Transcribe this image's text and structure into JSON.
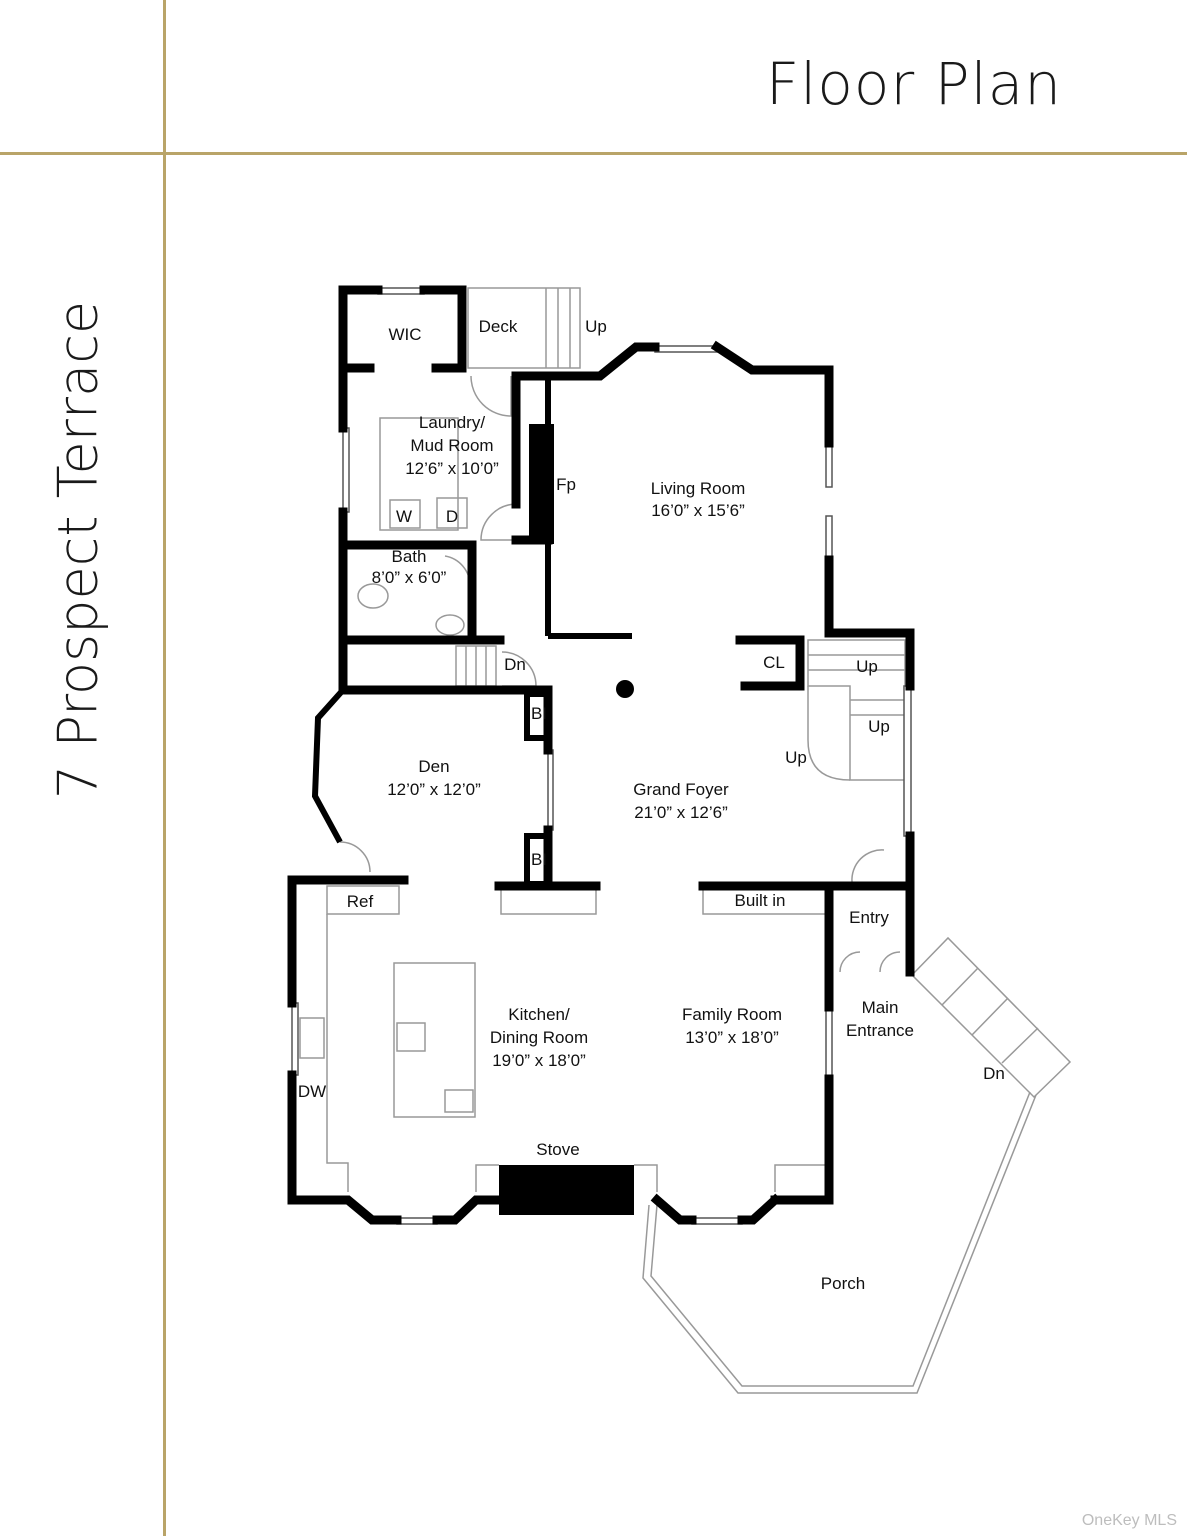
{
  "header": {
    "title": "Floor Plan"
  },
  "sidebar": {
    "address": "7 Prospect Terrace"
  },
  "rooms": {
    "wic": "WIC",
    "deck": "Deck",
    "deck_up": "Up",
    "laundry_name_1": "Laundry/",
    "laundry_name_2": "Mud Room",
    "laundry_dims": "12’6” x 10’0”",
    "washer": "W",
    "dryer": "D",
    "fireplace": "Fp",
    "living_name": "Living Room",
    "living_dims": "16’0” x 15’6”",
    "bath_name": "Bath",
    "bath_dims": "8’0” x 6’0”",
    "stair_dn": "Dn",
    "closet": "CL",
    "stair_up_1": "Up",
    "stair_up_2": "Up",
    "stair_up_3": "Up",
    "bi_1": "BI",
    "bi_2": "BI",
    "den_name": "Den",
    "den_dims": "12’0” x 12’0”",
    "foyer_name": "Grand Foyer",
    "foyer_dims": "21’0” x 12’6”",
    "ref": "Ref",
    "built_in": "Built in",
    "entry": "Entry",
    "main_entrance_1": "Main",
    "main_entrance_2": "Entrance",
    "kitchen_name_1": "Kitchen/",
    "kitchen_name_2": "Dining Room",
    "kitchen_dims": "19’0” x 18’0”",
    "family_name": "Family Room",
    "family_dims": "13’0” x 18’0”",
    "porch_dn": "Dn",
    "dishwasher": "DW",
    "stove": "Stove",
    "porch": "Porch"
  },
  "footer": {
    "watermark": "OneKey MLS"
  }
}
